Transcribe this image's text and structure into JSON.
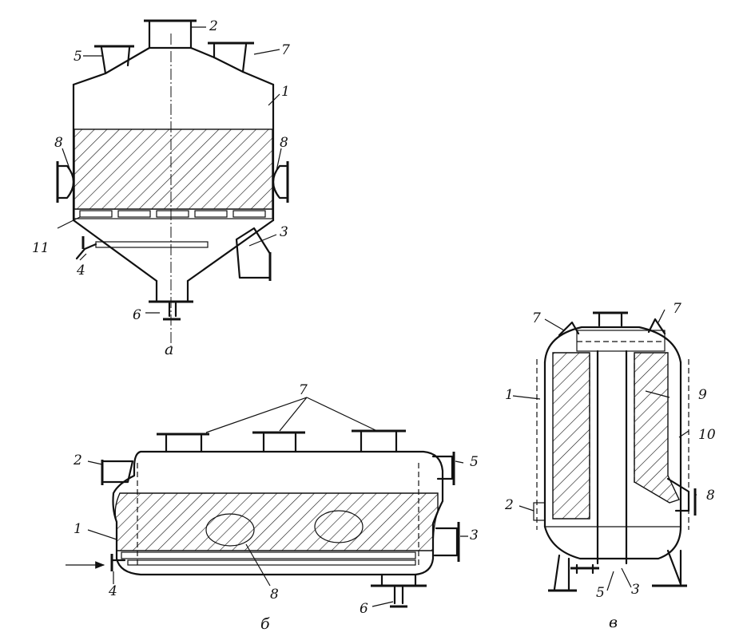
{
  "figure_a": {
    "caption": "а",
    "labels": {
      "l1": "1",
      "l2": "2",
      "l3": "3",
      "l4": "4",
      "l5": "5",
      "l6": "6",
      "l7": "7",
      "l8a": "8",
      "l8b": "8",
      "l11": "11"
    }
  },
  "figure_b": {
    "caption": "б",
    "labels": {
      "l1": "1",
      "l2": "2",
      "l3": "3",
      "l4": "4",
      "l5": "5",
      "l6": "6",
      "l7": "7",
      "l8": "8"
    }
  },
  "figure_v": {
    "caption": "в",
    "labels": {
      "l1": "1",
      "l2": "2",
      "l3": "3",
      "l5": "5",
      "l7a": "7",
      "l7b": "7",
      "l8": "8",
      "l9": "9",
      "l10": "10"
    }
  }
}
